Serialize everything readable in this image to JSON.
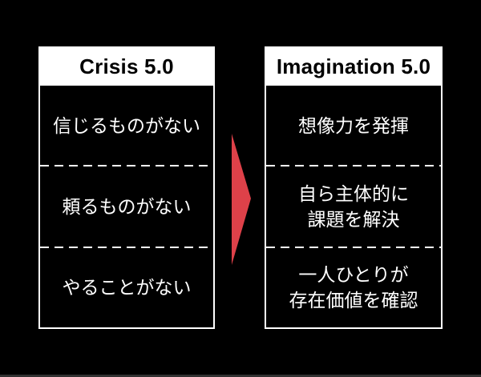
{
  "colors": {
    "background": "#000000",
    "panel_border": "#ffffff",
    "header_bg": "#ffffff",
    "header_text": "#000000",
    "row_text": "#ffffff",
    "bottom_edge": "#313131"
  },
  "arrow": {
    "name": "right-arrow",
    "direction": "right",
    "color": "#de4149"
  },
  "left_panel": {
    "title": "Crisis 5.0",
    "rows": [
      {
        "lines": [
          "信じるものがない"
        ]
      },
      {
        "lines": [
          "頼るものがない"
        ]
      },
      {
        "lines": [
          "やることがない"
        ]
      }
    ]
  },
  "right_panel": {
    "title": "Imagination 5.0",
    "rows": [
      {
        "lines": [
          "想像力を発揮"
        ]
      },
      {
        "lines": [
          "自ら主体的に",
          "課題を解決"
        ]
      },
      {
        "lines": [
          "一人ひとりが",
          "存在価値を確認"
        ]
      }
    ]
  }
}
